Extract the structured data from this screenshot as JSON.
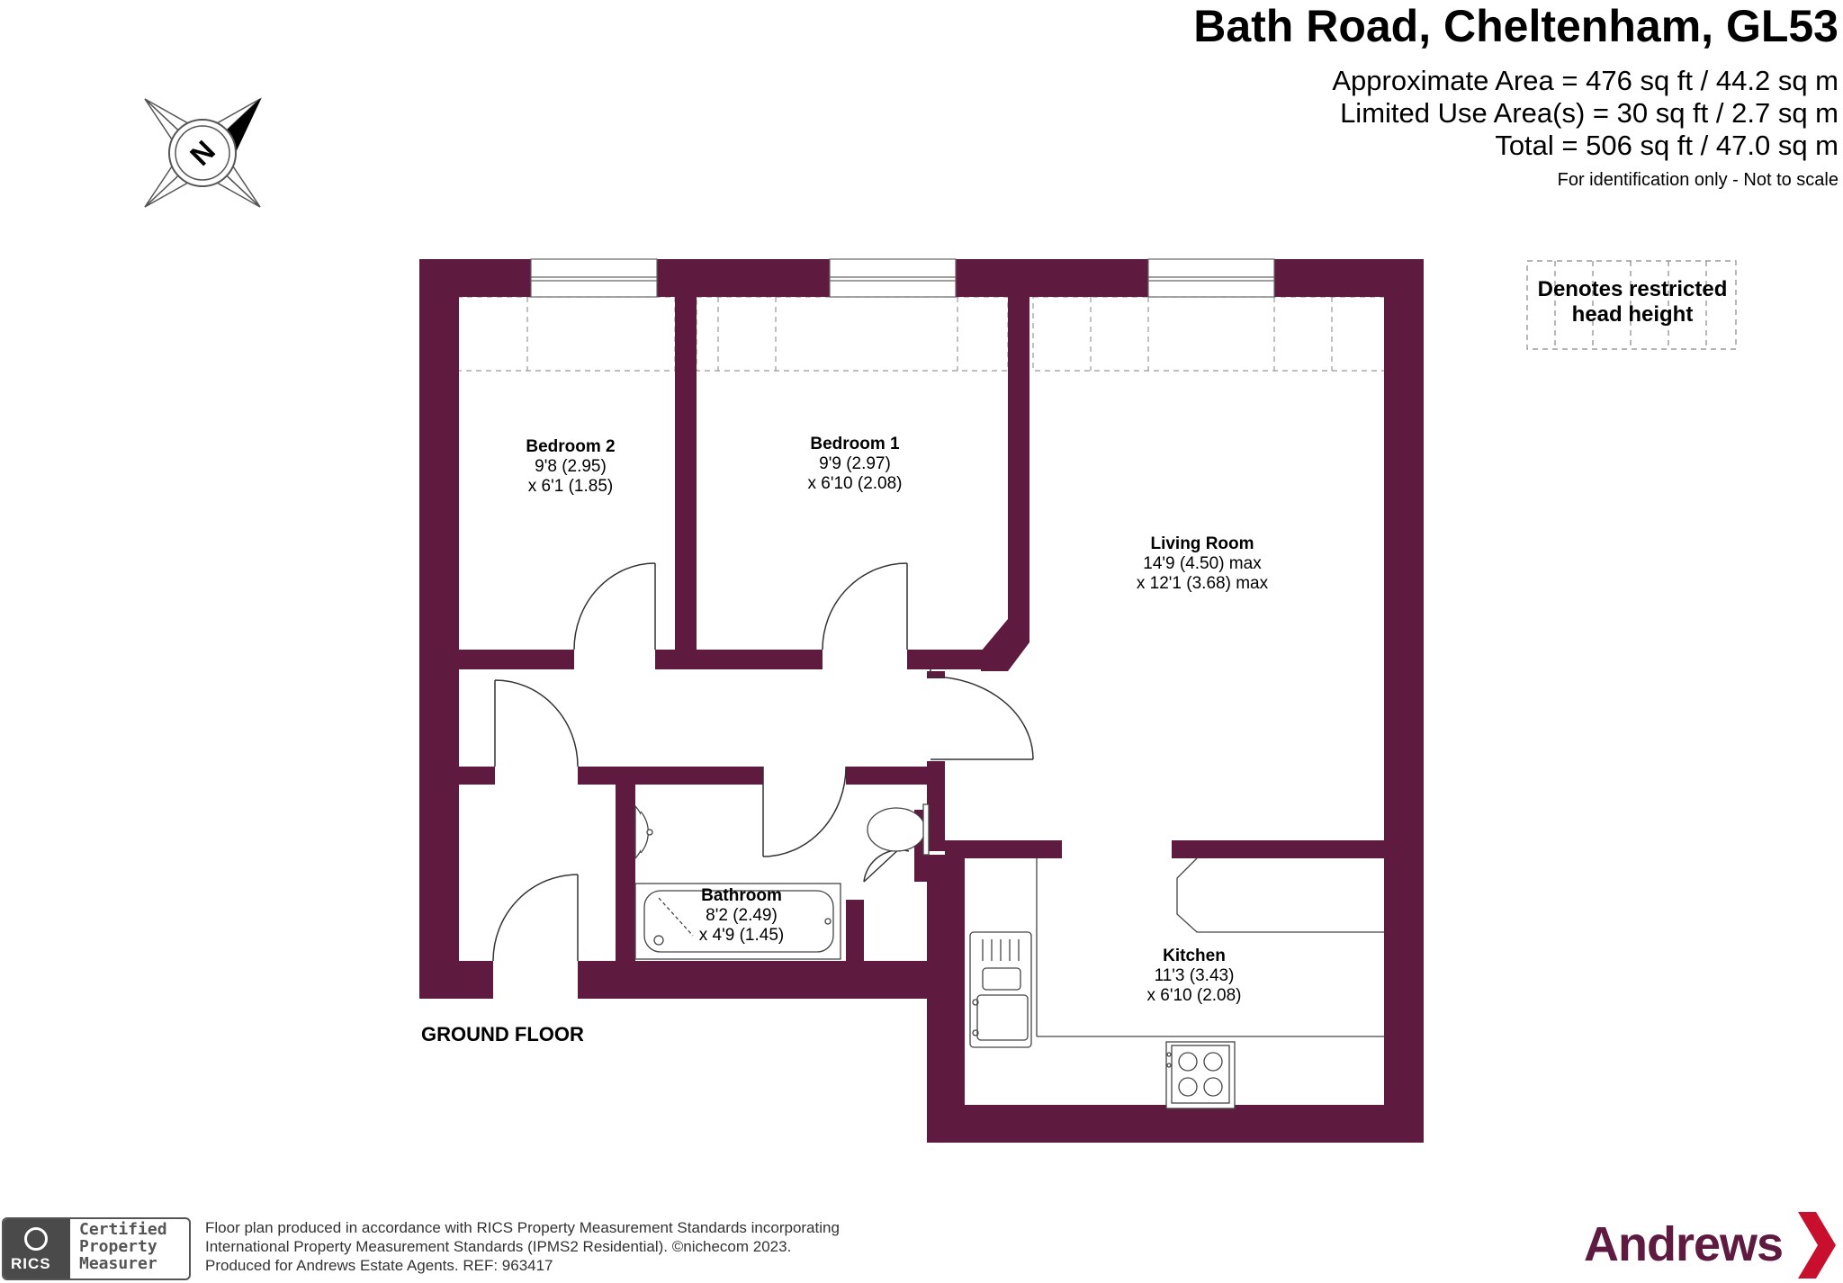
{
  "header": {
    "title": "Bath Road, Cheltenham, GL53",
    "approx_area": "Approximate Area = 476 sq ft / 44.2 sq m",
    "limited_use": "Limited Use Area(s) = 30 sq ft / 2.7 sq m",
    "total": "Total = 506 sq ft / 47.0 sq m",
    "note": "For identification only - Not to scale"
  },
  "compass": {
    "letter": "N"
  },
  "legend": {
    "line1": "Denotes restricted",
    "line2": "head height"
  },
  "rooms": {
    "bedroom2": {
      "name": "Bedroom 2",
      "dim1": "9'8 (2.95)",
      "dim2": "x 6'1 (1.85)"
    },
    "bedroom1": {
      "name": "Bedroom 1",
      "dim1": "9'9 (2.97)",
      "dim2": "x 6'10 (2.08)"
    },
    "living": {
      "name": "Living Room",
      "dim1": "14'9 (4.50) max",
      "dim2": "x 12'1 (3.68) max"
    },
    "bathroom": {
      "name": "Bathroom",
      "dim1": "8'2 (2.49)",
      "dim2": "x 4'9 (1.45)"
    },
    "kitchen": {
      "name": "Kitchen",
      "dim1": "11'3 (3.43)",
      "dim2": "x 6'10 (2.08)"
    }
  },
  "floor_label": "GROUND FLOOR",
  "footer": {
    "line1": "Floor plan produced in accordance with RICS Property Measurement Standards incorporating",
    "line2": "International Property Measurement Standards (IPMS2 Residential).   ©nichecom 2023.",
    "line3": "Produced for Andrews Estate Agents.   REF:  963417"
  },
  "rics": {
    "mark": "RICS",
    "line1": "Certified",
    "line2": "Property",
    "line3": "Measurer"
  },
  "brand": {
    "name": "Andrews"
  },
  "colors": {
    "wall": "#5e1a3f",
    "brand": "#5e1a3f"
  }
}
